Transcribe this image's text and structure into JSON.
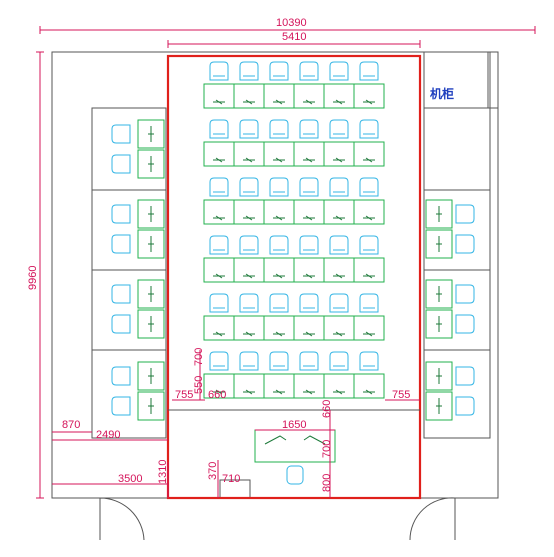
{
  "diagram": {
    "cabinet_label": "机柜",
    "dimensions": {
      "overall_width": "10390",
      "room_width": "5410",
      "overall_height": "9960",
      "left_offset": "870",
      "left_depth": "2490",
      "bottom_offset": "3500",
      "front_depth": "1310",
      "row_depth": "700",
      "row_gap": "550",
      "aisle_left": "755",
      "aisle_right": "755",
      "desk_width": "660",
      "podium_width": "1650",
      "podium_gap": "660",
      "podium_depth": "700",
      "podium_front": "800",
      "door_depth": "370",
      "door_width": "710"
    },
    "colors": {
      "dimension": "#d4145a",
      "room_outline": "#e0201b",
      "desk": "#22b14c",
      "chair": "#33b5e5",
      "cabinet_text": "#1f3fbf"
    }
  }
}
